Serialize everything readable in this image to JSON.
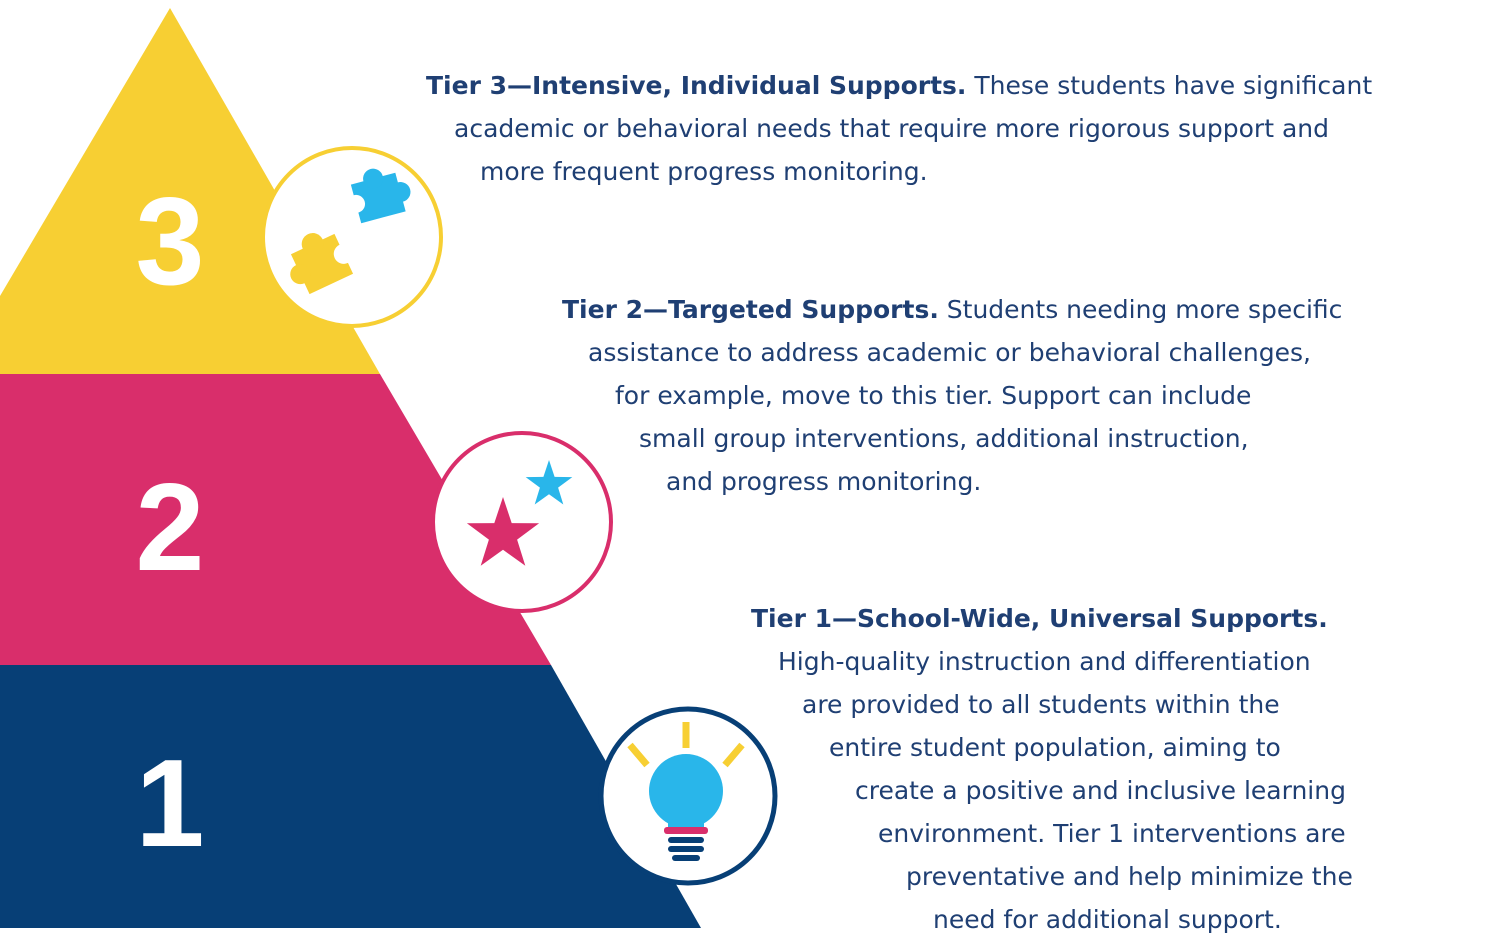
{
  "colors": {
    "tier3": "#f7cf33",
    "tier2": "#d92e6b",
    "tier1": "#073f76",
    "text": "#1f3f73",
    "accent_blue": "#29b6ea"
  },
  "tiers": [
    {
      "number": "3",
      "icon": "puzzle-pieces-icon",
      "title": "Tier 3—Intensive, Individual Supports.",
      "lines": [
        "These students have significant",
        "academic or behavioral needs that require more rigorous support and",
        "more frequent progress monitoring."
      ]
    },
    {
      "number": "2",
      "icon": "stars-icon",
      "title": "Tier 2—Targeted Supports.",
      "lines": [
        "Students needing more specific",
        "assistance to address academic or behavioral challenges,",
        "for example, move to this tier. Support can include",
        "small group interventions, additional instruction,",
        "and progress monitoring."
      ]
    },
    {
      "number": "1",
      "icon": "lightbulb-icon",
      "title": "Tier 1—School-Wide, Universal Supports.",
      "lines": [
        "High-quality instruction and differentiation",
        "are provided to all students within the",
        "entire student population, aiming to",
        "create a positive and inclusive learning",
        "environment. Tier 1 interventions are",
        "preventative and help minimize the",
        "need for additional support."
      ]
    }
  ]
}
